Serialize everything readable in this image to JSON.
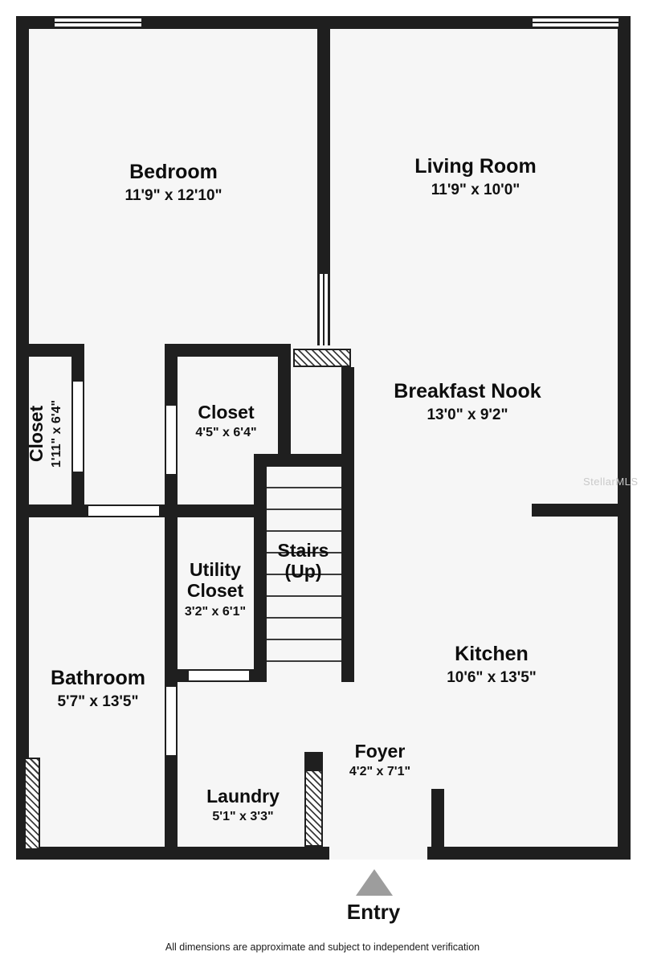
{
  "rooms": {
    "bedroom": {
      "name": "Bedroom",
      "dims": "11'9\" x 12'10\""
    },
    "living_room": {
      "name": "Living Room",
      "dims": "11'9\" x 10'0\""
    },
    "breakfast_nook": {
      "name": "Breakfast Nook",
      "dims": "13'0\" x 9'2\""
    },
    "closet_left": {
      "name": "Closet",
      "dims": "1'11\" x 6'4\""
    },
    "closet_mid": {
      "name": "Closet",
      "dims": "4'5\" x 6'4\""
    },
    "stairs": {
      "name": "Stairs",
      "sub": "(Up)"
    },
    "utility_closet": {
      "name": "Utility Closet",
      "dims": "3'2\" x 6'1\""
    },
    "kitchen": {
      "name": "Kitchen",
      "dims": "10'6\" x 13'5\""
    },
    "bathroom": {
      "name": "Bathroom",
      "dims": "5'7\" x 13'5\""
    },
    "foyer": {
      "name": "Foyer",
      "dims": "4'2\" x 7'1\""
    },
    "laundry": {
      "name": "Laundry",
      "dims": "5'1\" x 3'3\""
    }
  },
  "entry": {
    "label": "Entry"
  },
  "watermark": "StellarMLS",
  "footer": "All dimensions are approximate and subject to independent verification",
  "colors": {
    "wall": "#1f1f1f",
    "floor": "#f6f6f6",
    "entry_arrow": "#9d9d9d",
    "watermark": "#c9c9c9"
  }
}
